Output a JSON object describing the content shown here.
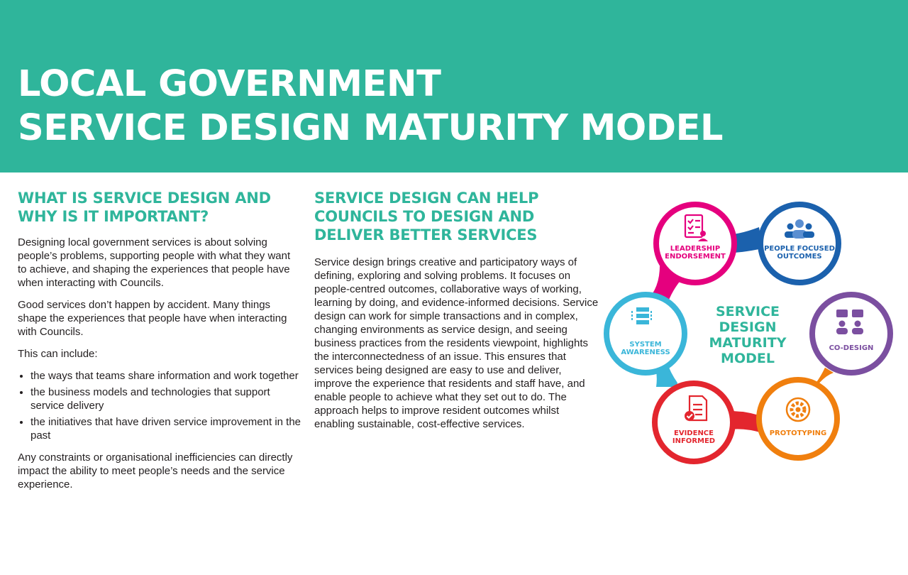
{
  "header": {
    "title_line1": "LOCAL GOVERNMENT",
    "title_line2": "SERVICE DESIGN MATURITY MODEL"
  },
  "section1": {
    "heading_line1": "WHAT IS SERVICE DESIGN AND",
    "heading_line2": "WHY IS IT IMPORTANT?",
    "paragraphs": [
      "Designing local government services is about solving people’s problems, supporting people with what they want to achieve, and shaping the experiences that people have when interacting with Councils.",
      "Good services don’t happen by accident. Many things shape the experiences that people have when interacting with Councils.",
      "This can include:"
    ],
    "bullets": [
      "the ways that teams share information and work together",
      "the business models and technologies that support service delivery",
      "the initiatives that have driven service improvement in the past"
    ],
    "closing": "Any constraints or organisational inefficiencies can directly impact the ability to meet people’s needs and the service experience."
  },
  "section2": {
    "heading_line1": "SERVICE DESIGN CAN HELP",
    "heading_line2": "COUNCILS TO DESIGN AND",
    "heading_line3": "DELIVER BETTER SERVICES",
    "paragraph": "Service design brings creative and participatory ways of defining, exploring and solving problems. It focuses on people-centred outcomes, collaborative ways of working, learning by doing, and evidence-informed decisions. Service design can work for simple transactions and in complex, changing environments as service design, and seeing business practices from the residents viewpoint, highlights the interconnectedness of an issue. This ensures that services being designed are easy to use and deliver, improve the experience that residents and staff have, and enable people to achieve what they set out to do. The approach helps to improve resident outcomes whilst enabling sustainable, cost-effective services."
  },
  "diagram": {
    "center_line1": "SERVICE",
    "center_line2": "DESIGN",
    "center_line3": "MATURITY",
    "center_line4": "MODEL",
    "nodes": [
      {
        "line1": "LEADERSHIP",
        "line2": "ENDORSEMENT",
        "color": "#e5007e",
        "icon": "checklist-icon"
      },
      {
        "line1": "PEOPLE FOCUSED",
        "line2": "OUTCOMES",
        "color": "#1b61ad",
        "icon": "people-group-icon"
      },
      {
        "line1": "CO-DESIGN",
        "line2": "",
        "color": "#7b4fa0",
        "icon": "conversation-icon"
      },
      {
        "line1": "PROTOTYPING",
        "line2": "",
        "color": "#f07f0e",
        "icon": "gear-cycle-icon"
      },
      {
        "line1": "EVIDENCE",
        "line2": "INFORMED",
        "color": "#e3262e",
        "icon": "document-check-icon"
      },
      {
        "line1": "SYSTEM",
        "line2": "AWARENESS",
        "color": "#3ab6d9",
        "icon": "system-flow-icon"
      }
    ],
    "center_color": "#2fb59b"
  }
}
